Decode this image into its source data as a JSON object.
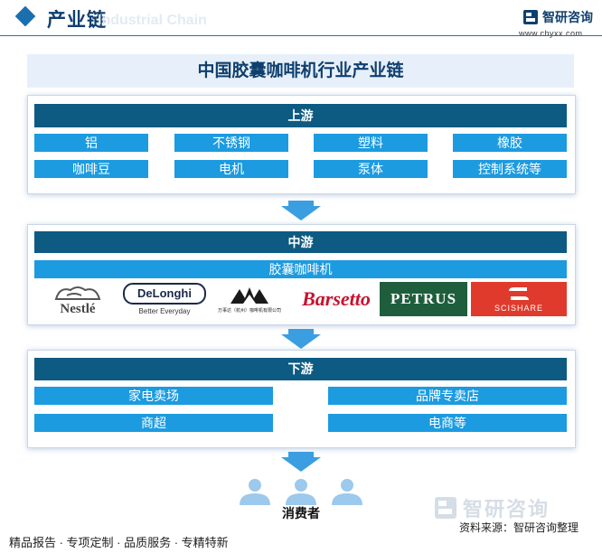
{
  "header": {
    "title": "产业链",
    "watermark": "Industrial Chain",
    "logo_name": "智研咨询",
    "logo_url": "www.chyxx.com"
  },
  "title": "中国胶囊咖啡机行业产业链",
  "upstream": {
    "label": "上游",
    "items": [
      "铝",
      "不锈钢",
      "塑料",
      "橡胶",
      "咖啡豆",
      "电机",
      "泵体",
      "控制系统等"
    ]
  },
  "midstream": {
    "label": "中游",
    "product": "胶囊咖啡机",
    "brands": {
      "nestle": "Nestlé",
      "delonghi": "DeLonghi",
      "delonghi_tagline": "Better Everyday",
      "wanshida": "万事达（杭州）咖啡机有限公司",
      "barsetto": "Barsetto",
      "petrus": "PETRUS",
      "scishare": "SCISHARE"
    }
  },
  "downstream": {
    "label": "下游",
    "items": [
      "家电卖场",
      "品牌专卖店",
      "商超",
      "电商等"
    ]
  },
  "consumer": {
    "label": "消费者"
  },
  "footer": {
    "tagline": "精品报告 · 专项定制 · 品质服务 · 专精特新",
    "source": "资料来源：智研咨询整理",
    "watermark_name": "智研咨询"
  },
  "colors": {
    "band": "#0d5a82",
    "cell": "#1c9be0",
    "title": "#0f3f6e",
    "arrow": "#3a9ee0"
  }
}
